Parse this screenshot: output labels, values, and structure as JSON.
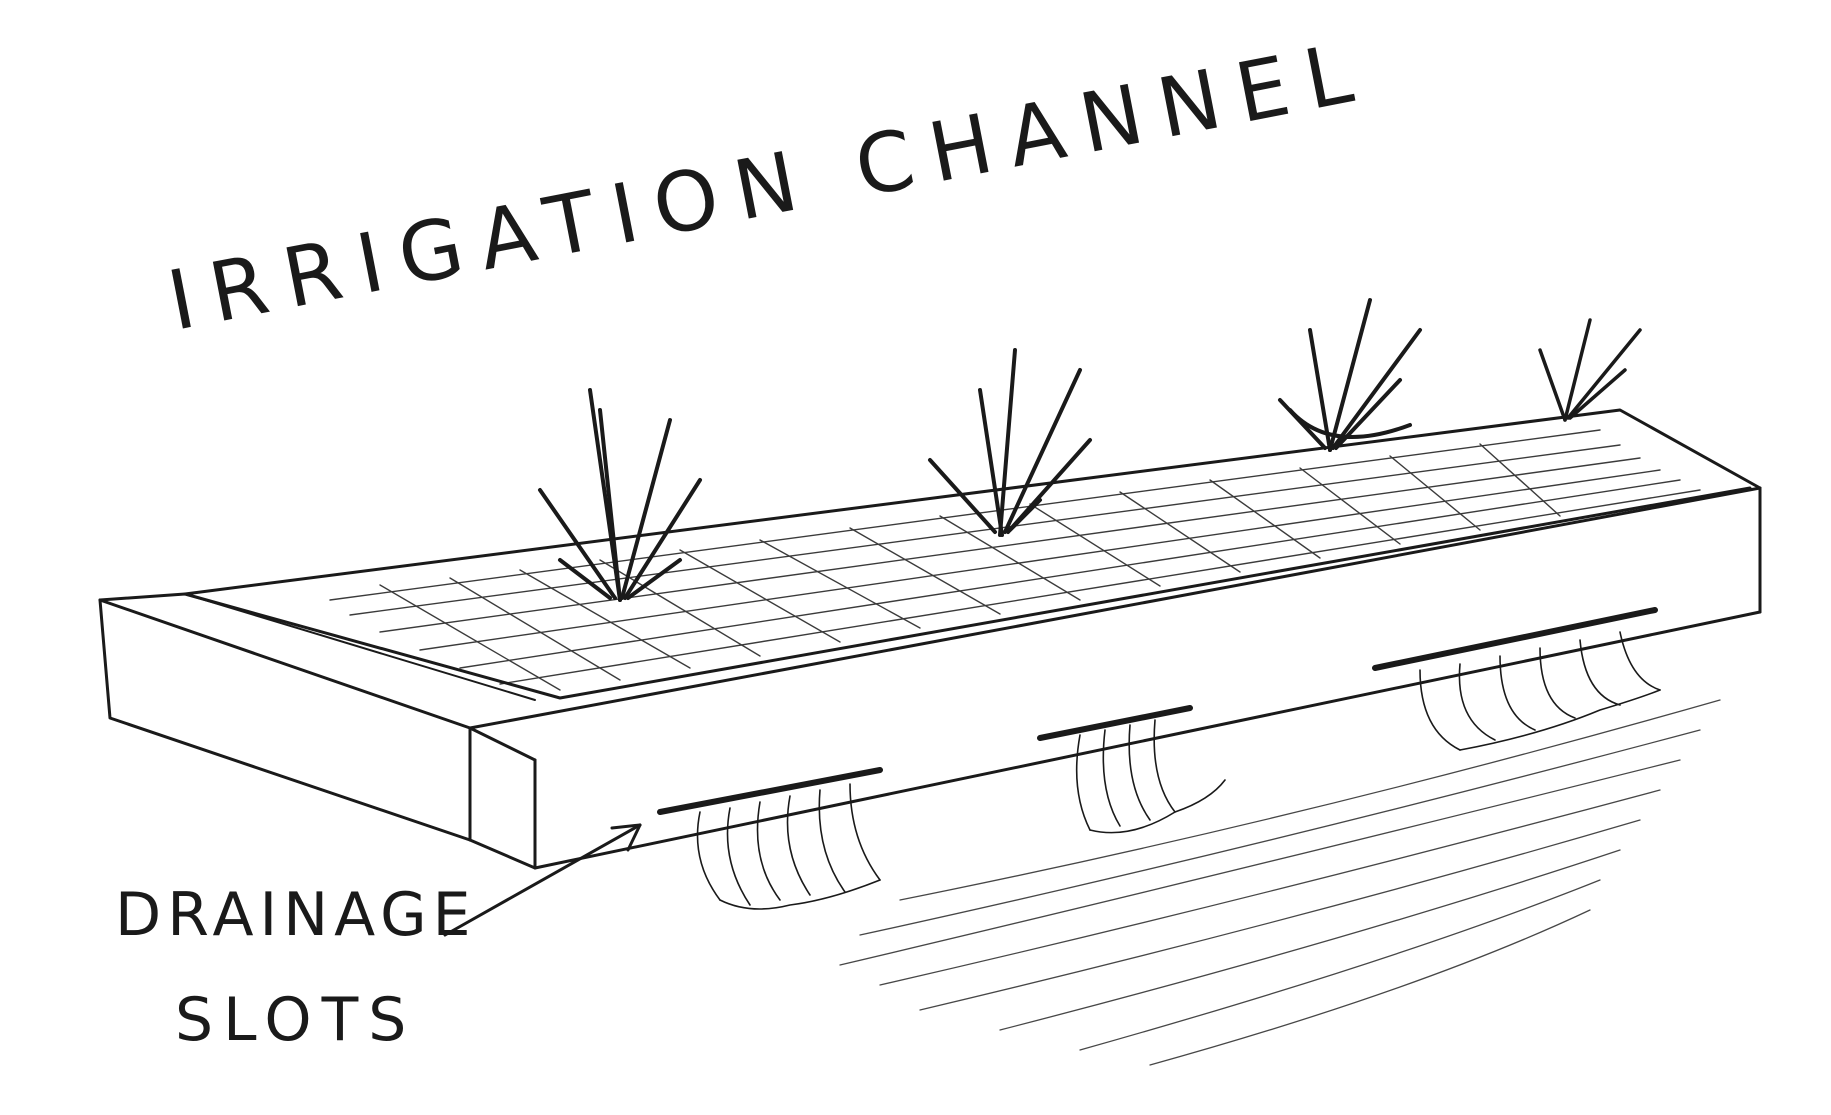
{
  "labels": {
    "title": "IRRIGATION CHANNEL",
    "drainage_line1": "DRAINAGE",
    "drainage_line2": "SLOTS"
  }
}
